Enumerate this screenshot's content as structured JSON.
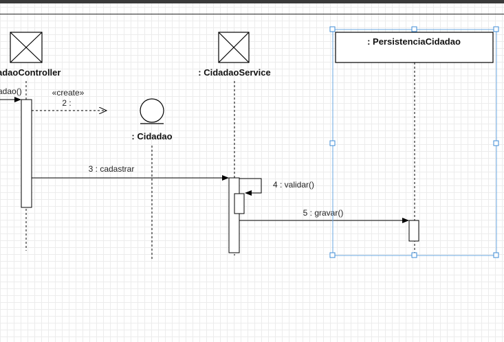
{
  "colors": {
    "selection": "#3d8bd6",
    "line": "#000000",
    "grid": "#ececec",
    "toolbar": "#3a3a3a"
  },
  "lifelines": {
    "controller": {
      "name": "adaoController",
      "icon": "boundary-box-icon"
    },
    "cidadao": {
      "name": ": Cidadao",
      "icon": "entity-circle-icon"
    },
    "service": {
      "name": ": CidadaoService",
      "icon": "boundary-box-icon"
    },
    "persistencia": {
      "name": ": PersistenciaCidadao"
    }
  },
  "messages": {
    "m1": {
      "label": "adao()"
    },
    "m2": {
      "stereotype": "«create»",
      "label": "2 :"
    },
    "m3": {
      "label": "3 : cadastrar"
    },
    "m4": {
      "label": "4 : validar()"
    },
    "m5": {
      "label": "5 : gravar()"
    }
  }
}
